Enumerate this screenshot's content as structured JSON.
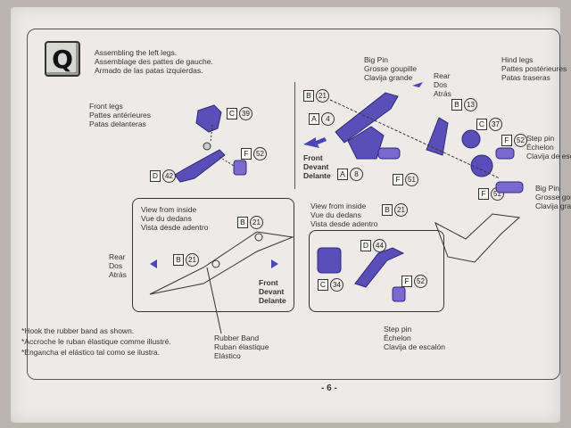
{
  "step": {
    "letter": "Q",
    "title": [
      "Assembling the left legs.",
      "Assemblage des pattes de gauche.",
      "Armado de las patas izquierdas."
    ]
  },
  "front_legs": {
    "label": [
      "Front legs",
      "Pattes antérieures",
      "Patas delanteras"
    ],
    "parts": [
      {
        "box": "C",
        "num": "39"
      },
      {
        "box": "F",
        "num": "52"
      },
      {
        "box": "D",
        "num": "42"
      }
    ]
  },
  "hind_legs": {
    "label": [
      "Hind legs",
      "Pattes postérieures",
      "Patas traseras"
    ]
  },
  "big_pin_top": {
    "label": [
      "Big Pin",
      "Grosse goupille",
      "Clavija grande"
    ]
  },
  "rear_top": {
    "label": [
      "Rear",
      "Dos",
      "Atrás"
    ]
  },
  "front_mid": {
    "label": [
      "Front",
      "Devant",
      "Delante"
    ]
  },
  "hind_parts": [
    {
      "box": "B",
      "num": "21"
    },
    {
      "box": "B",
      "num": "13"
    },
    {
      "box": "A",
      "num": "4"
    },
    {
      "box": "C",
      "num": "37"
    },
    {
      "box": "F",
      "num": "52"
    },
    {
      "box": "A",
      "num": "8"
    },
    {
      "box": "F",
      "num": "51"
    },
    {
      "box": "F",
      "num": "51"
    }
  ],
  "step_pin_right": {
    "label": [
      "Step pin",
      "Échelon",
      "Clavija de escalón"
    ]
  },
  "big_pin_right": {
    "label": [
      "Big Pin",
      "Grosse goupille",
      "Clavija grande"
    ]
  },
  "inside_view": {
    "label": [
      "View from inside",
      "Vue du dedans",
      "Vista desde adentro"
    ],
    "parts": [
      {
        "box": "B",
        "num": "21"
      },
      {
        "box": "B",
        "num": "21"
      }
    ]
  },
  "rear_left": {
    "label": [
      "Rear",
      "Dos",
      "Atrás"
    ]
  },
  "front_inset": {
    "label": [
      "Front",
      "Devant",
      "Delante"
    ]
  },
  "inside_view_right": {
    "label": [
      "View from inside",
      "Vue du dedans",
      "Vista desde adentro"
    ],
    "parts": [
      {
        "box": "B",
        "num": "21"
      },
      {
        "box": "D",
        "num": "44"
      },
      {
        "box": "C",
        "num": "34"
      },
      {
        "box": "F",
        "num": "52"
      }
    ]
  },
  "rubber_band": {
    "label": [
      "Rubber Band",
      "Ruban élastique",
      "Elástico"
    ]
  },
  "step_pin_bottom": {
    "label": [
      "Step pin",
      "Échelon",
      "Clavija de escalón"
    ]
  },
  "note": [
    "*Hook the rubber band as shown.",
    "*Accroche le ruban élastique comme illustré.",
    "*Engancha el elástico tal como se ilustra."
  ],
  "page_number": "- 6 -",
  "colors": {
    "part": "#5a4fb8",
    "part_dark": "#2f2878",
    "pin": "#7a6ad0",
    "arrow": "#4a46b4"
  }
}
